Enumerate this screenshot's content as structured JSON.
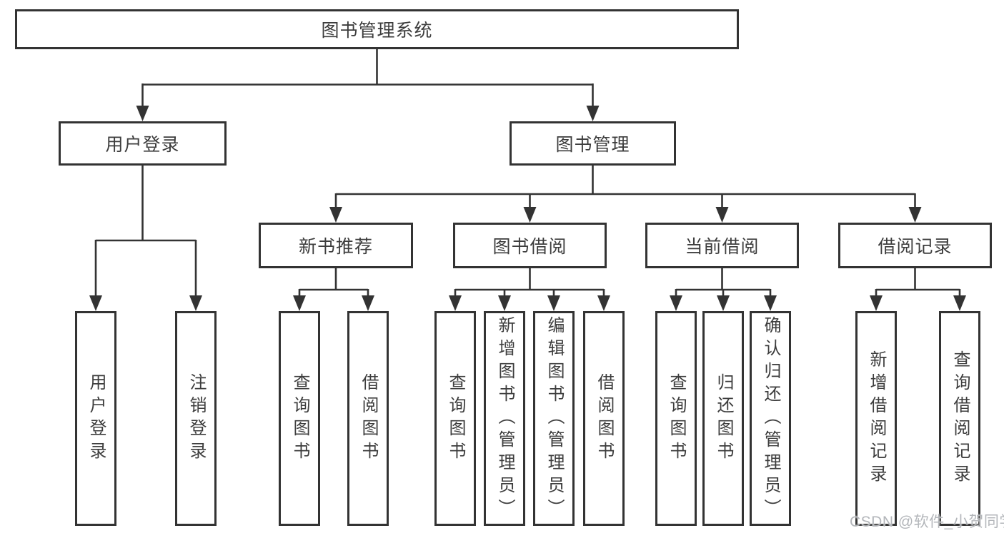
{
  "colors": {
    "line": "#333333",
    "box_border": "#333333",
    "box_fill": "#ffffff",
    "text": "#3d3d3d",
    "background": "#ffffff",
    "watermark": "#b3b6ba"
  },
  "tree": {
    "label": "图书管理系统",
    "children": [
      {
        "label": "用户登录",
        "children": [
          {
            "label": "用户登录"
          },
          {
            "label": "注销登录"
          }
        ]
      },
      {
        "label": "图书管理",
        "children": [
          {
            "label": "新书推荐",
            "children": [
              {
                "label": "查询图书"
              },
              {
                "label": "借阅图书"
              }
            ]
          },
          {
            "label": "图书借阅",
            "children": [
              {
                "label": "查询图书"
              },
              {
                "label": "新增图书（管理员）"
              },
              {
                "label": "编辑图书（管理员）"
              },
              {
                "label": "借阅图书"
              }
            ]
          },
          {
            "label": "当前借阅",
            "children": [
              {
                "label": "查询图书"
              },
              {
                "label": "归还图书"
              },
              {
                "label": "确认归还（管理员）"
              }
            ]
          },
          {
            "label": "借阅记录",
            "children": [
              {
                "label": "新增借阅记录"
              },
              {
                "label": "查询借阅记录"
              }
            ]
          }
        ]
      }
    ]
  },
  "watermark": {
    "text": "CSDN @软件_小贺同学"
  }
}
